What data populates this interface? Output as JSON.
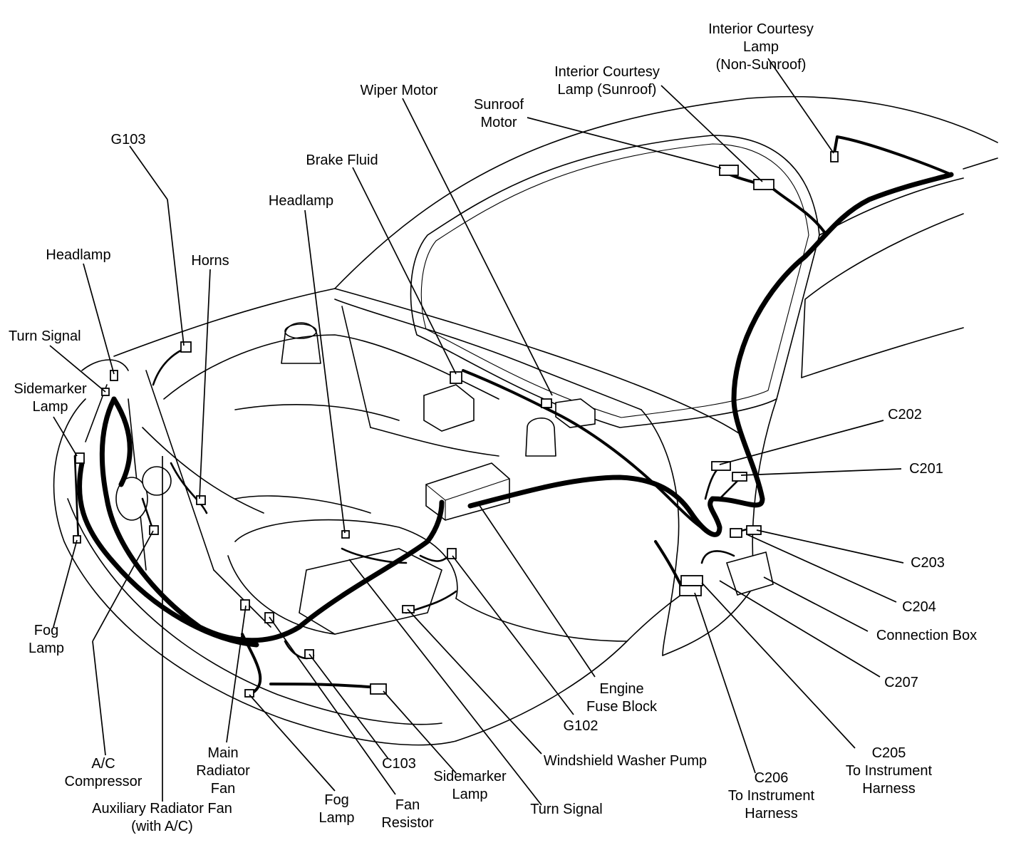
{
  "labels": {
    "interior_courtesy_lamp_non_sunroof": "Interior Courtesy\nLamp\n(Non-Sunroof)",
    "interior_courtesy_lamp_sunroof": "Interior Courtesy\nLamp (Sunroof)",
    "wiper_motor": "Wiper Motor",
    "sunroof_motor": "Sunroof\nMotor",
    "g103": "G103",
    "brake_fluid": "Brake Fluid",
    "headlamp_center": "Headlamp",
    "headlamp_left": "Headlamp",
    "horns": "Horns",
    "turn_signal_left": "Turn Signal",
    "sidemarker_lamp_left": "Sidemarker\nLamp",
    "c202": "C202",
    "c201": "C201",
    "c203": "C203",
    "c204": "C204",
    "connection_box": "Connection Box",
    "c207": "C207",
    "fog_lamp_left": "Fog\nLamp",
    "engine_fuse_block": "Engine\nFuse Block",
    "g102": "G102",
    "windshield_washer_pump": "Windshield Washer Pump",
    "c205": "C205\nTo Instrument\nHarness",
    "c206": "C206\nTo Instrument\nHarness",
    "ac_compressor": "A/C\nCompressor",
    "main_radiator_fan": "Main\nRadiator\nFan",
    "auxiliary_radiator_fan": "Auxiliary Radiator Fan\n(with A/C)",
    "fog_lamp_bottom": "Fog\nLamp",
    "c103": "C103",
    "fan_resistor": "Fan\nResistor",
    "sidemarker_lamp_bottom": "Sidemarker\nLamp",
    "turn_signal_bottom": "Turn Signal"
  }
}
